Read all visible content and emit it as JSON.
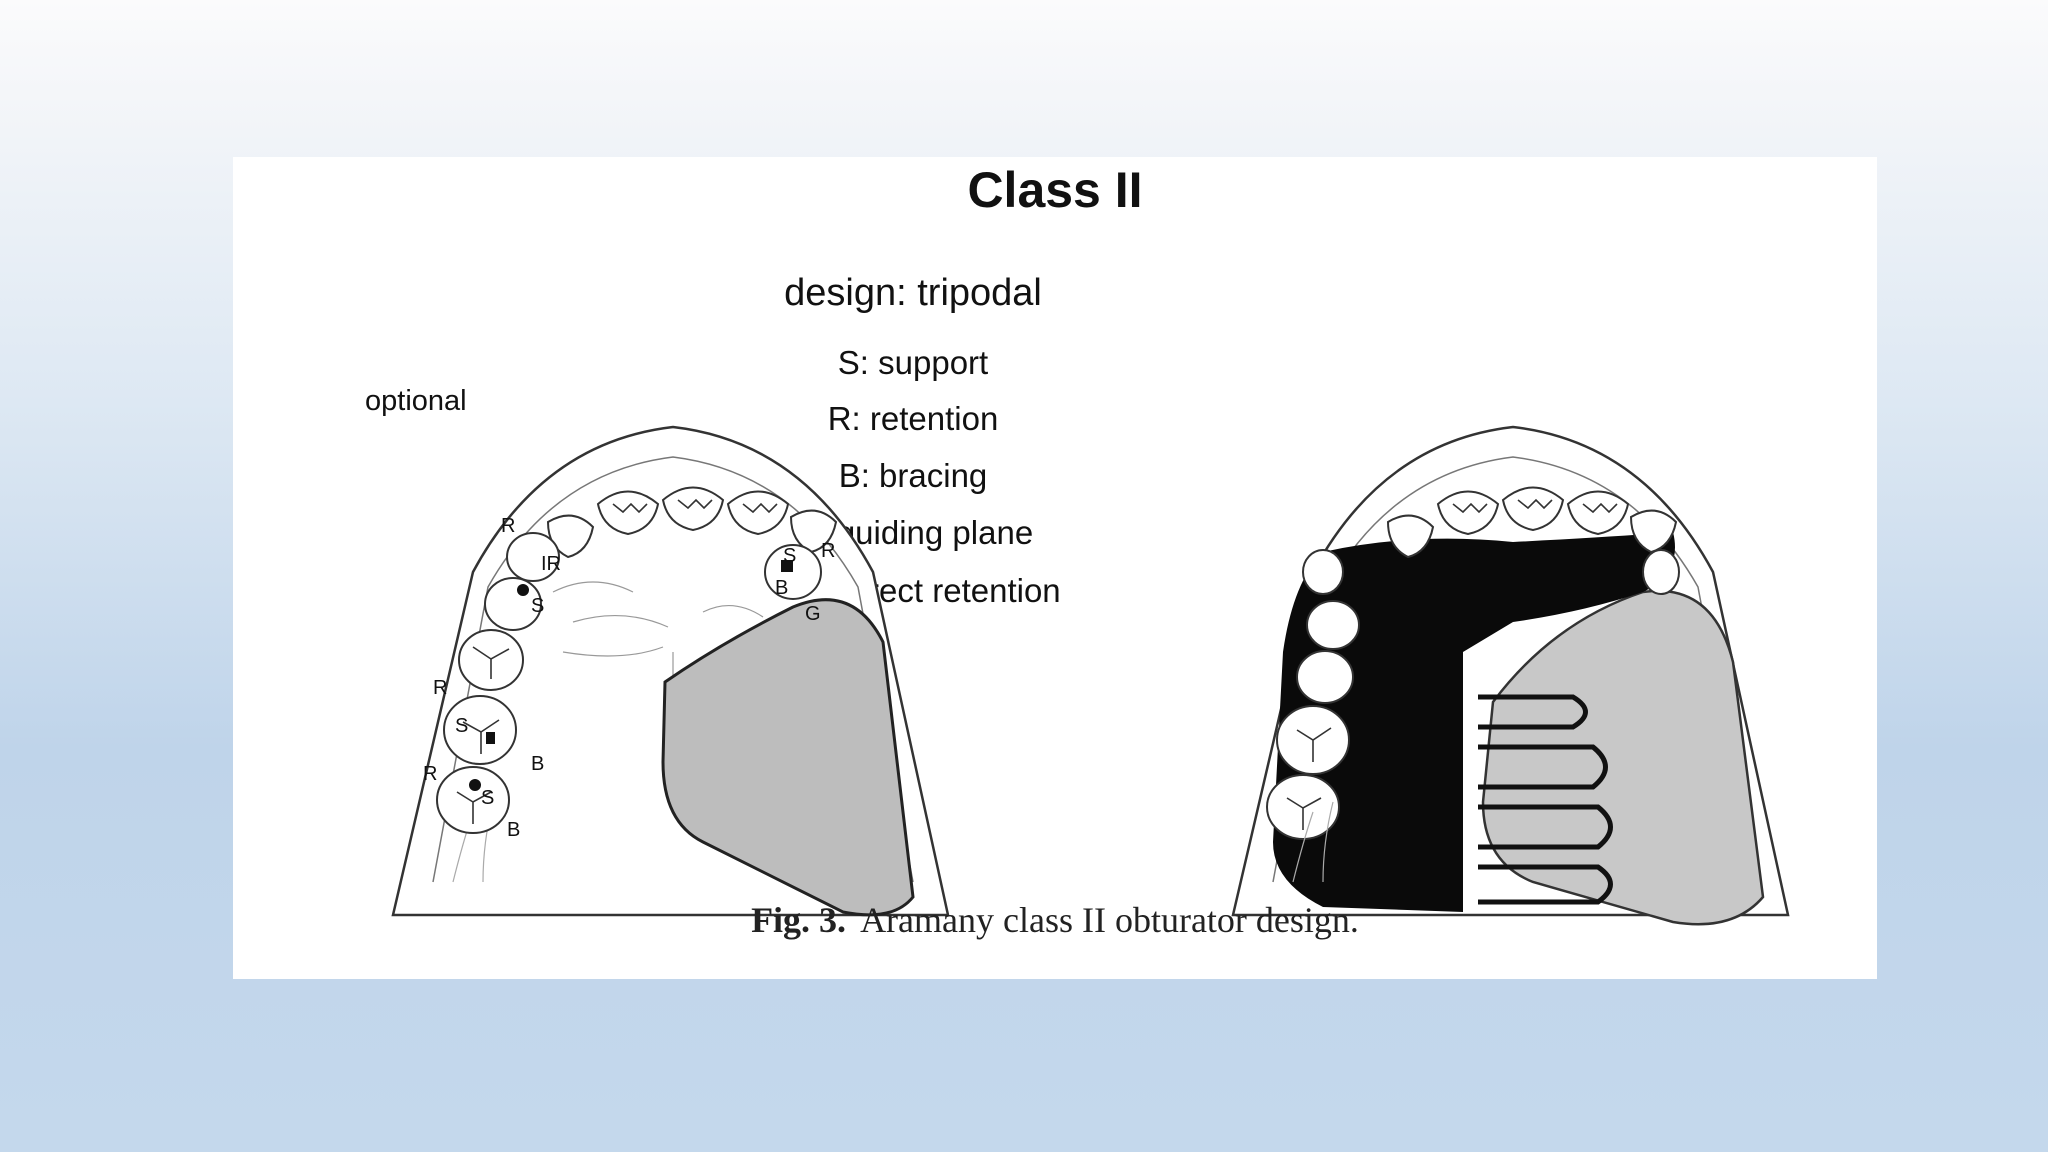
{
  "figure": {
    "title": "Class II",
    "design": "design: tripodal",
    "legend": [
      "S: support",
      "R: retention",
      "B: bracing",
      "G: guiding plane",
      "IR: indirect retention"
    ],
    "optional_label": "optional",
    "caption_prefix": "Fig. 3.",
    "caption_text": "Aramany class II obturator design."
  },
  "left_arch": {
    "labels": [
      "R",
      "IR",
      "S",
      "R",
      "S",
      "B",
      "R",
      "S",
      "B",
      "S",
      "B",
      "R",
      "G"
    ]
  }
}
